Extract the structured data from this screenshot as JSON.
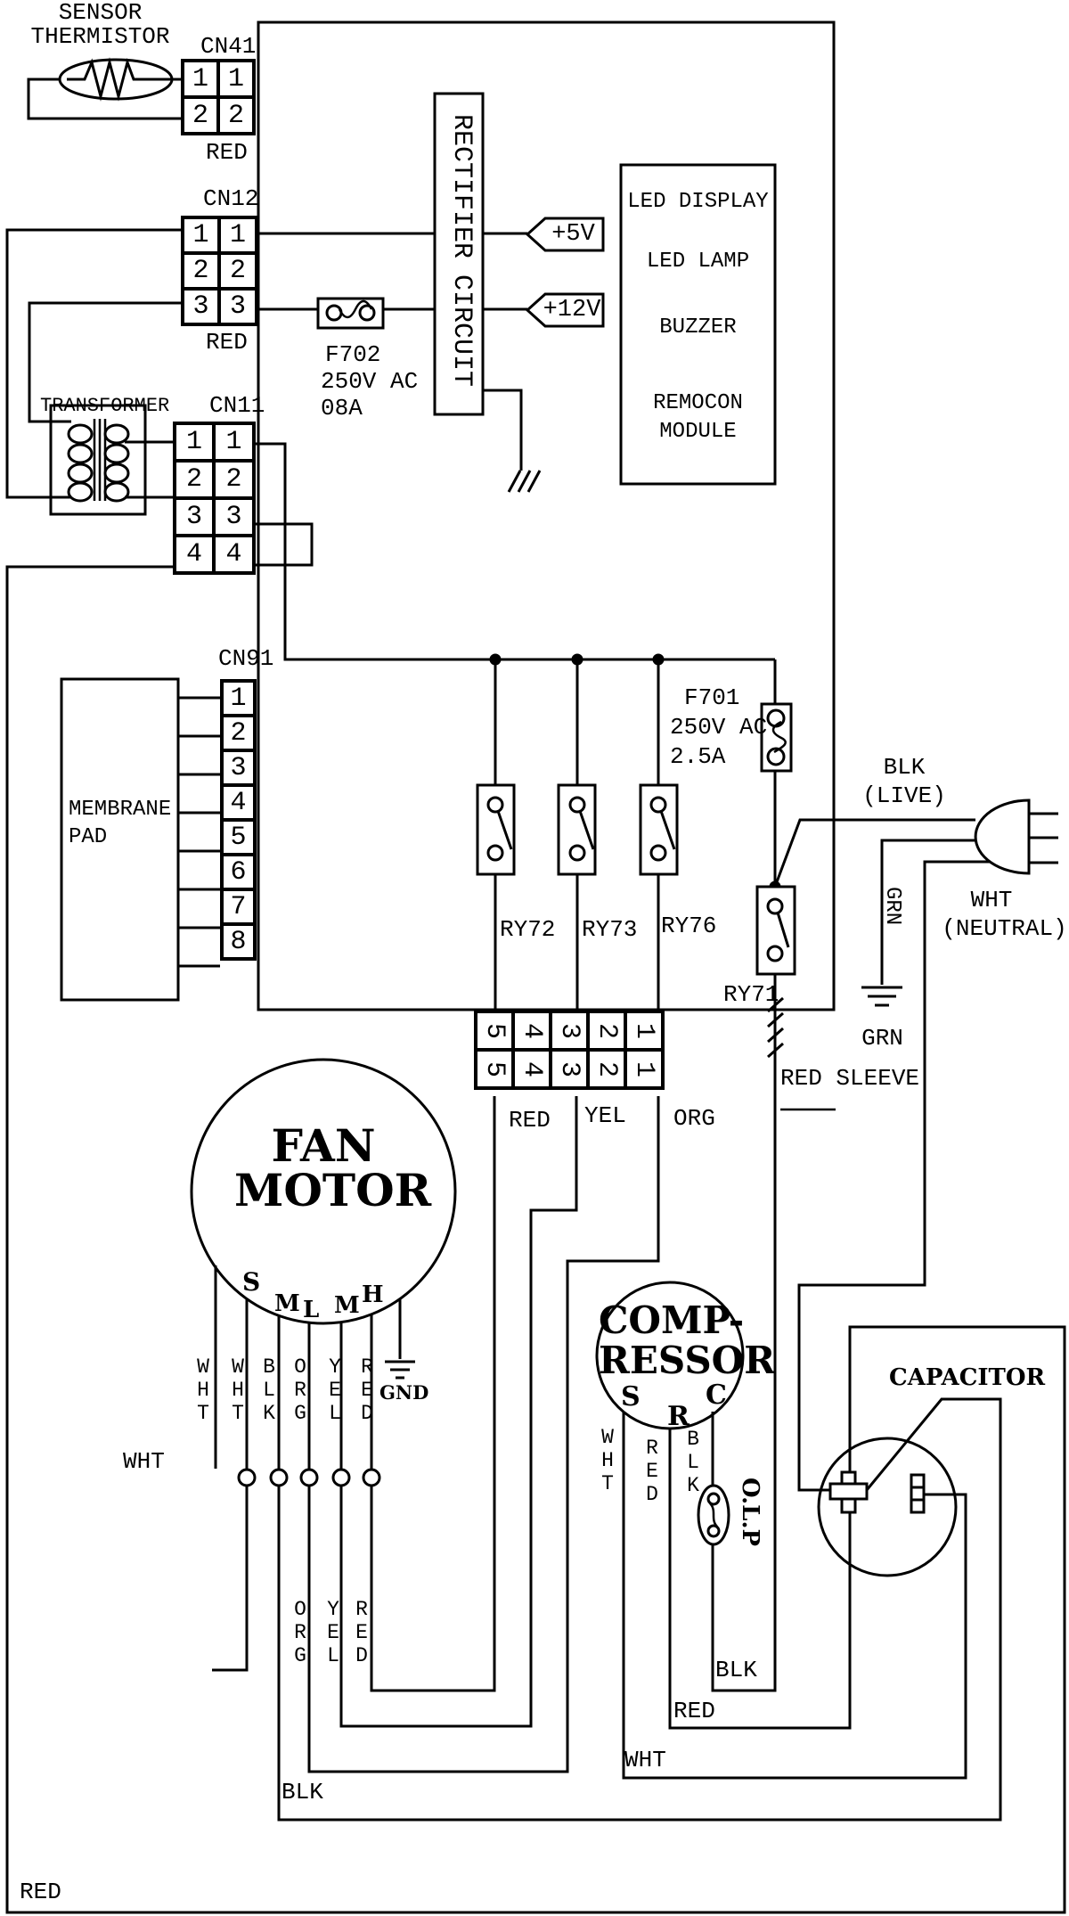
{
  "sensor": {
    "title1": "SENSOR",
    "title2": "THERMISTOR"
  },
  "cn41": {
    "name": "CN41",
    "wire_color": "RED",
    "pins": [
      [
        "1",
        "1"
      ],
      [
        "2",
        "2"
      ]
    ]
  },
  "cn12": {
    "name": "CN12",
    "wire_color": "RED",
    "pins": [
      [
        "1",
        "1"
      ],
      [
        "2",
        "2"
      ],
      [
        "3",
        "3"
      ]
    ]
  },
  "cn11": {
    "name": "CN11",
    "pins": [
      [
        "1",
        "1"
      ],
      [
        "2",
        "2"
      ],
      [
        "3",
        "3"
      ],
      [
        "4",
        "4"
      ]
    ]
  },
  "cn91": {
    "name": "CN91",
    "pins": [
      "1",
      "2",
      "3",
      "4",
      "5",
      "6",
      "7",
      "8"
    ]
  },
  "transformer": {
    "label": "TRANSFORMER"
  },
  "membrane": {
    "label1": "MEMBRANE",
    "label2": "PAD"
  },
  "rectifier": {
    "label": "RECTIFIER CIRCUIT"
  },
  "fuse_f702": {
    "name": "F702",
    "rating1": "250V AC",
    "rating2": "08A"
  },
  "fuse_f701": {
    "name": "F701",
    "rating1": "250V AC",
    "rating2": "2.5A"
  },
  "outputs": {
    "v5": "+5V",
    "v12": "+12V"
  },
  "display_module": {
    "item1": "LED DISPLAY",
    "item2": "LED LAMP",
    "item3": "BUZZER",
    "item4": "REMOCON",
    "item5": "MODULE"
  },
  "relays": {
    "ry72": "RY72",
    "ry73": "RY73",
    "ry76": "RY76",
    "ry71": "RY71"
  },
  "main_connector": {
    "pins_top": [
      "5",
      "4",
      "3",
      "2",
      "1"
    ],
    "pins_bottom": [
      "5",
      "4",
      "3",
      "2",
      "1"
    ],
    "wire_red": "RED",
    "wire_yel": "YEL",
    "wire_org": "ORG"
  },
  "power": {
    "live1": "BLK",
    "live2": "(LIVE)",
    "neutral1": "WHT",
    "neutral2": "(NEUTRAL)",
    "ground_wire": "GRN",
    "ground_label": "GRN",
    "sleeve": "RED SLEEVE"
  },
  "fan_motor": {
    "title1": "FAN",
    "title2": "MOTOR",
    "terminals": [
      "S",
      "M",
      "L",
      "M",
      "H"
    ],
    "wire_colors": [
      "WHT",
      "WHT",
      "BLK",
      "ORG",
      "YEL",
      "RED"
    ],
    "ground": "GND",
    "side_label": "WHT",
    "lower_wire_colors": [
      "ORG",
      "YEL",
      "RED"
    ]
  },
  "compressor": {
    "title1": "COMP-",
    "title2": "RESSOR",
    "terminals": [
      "S",
      "R",
      "C"
    ],
    "wire_colors": [
      "WHT",
      "RED",
      "BLK"
    ],
    "protector": "O.L.P"
  },
  "capacitor": {
    "label": "CAPACITOR"
  },
  "bottom_wires": {
    "blk_compressor": "BLK",
    "red_compressor": "RED",
    "wht_compressor": "WHT",
    "blk_fan": "BLK",
    "red_main": "RED"
  }
}
